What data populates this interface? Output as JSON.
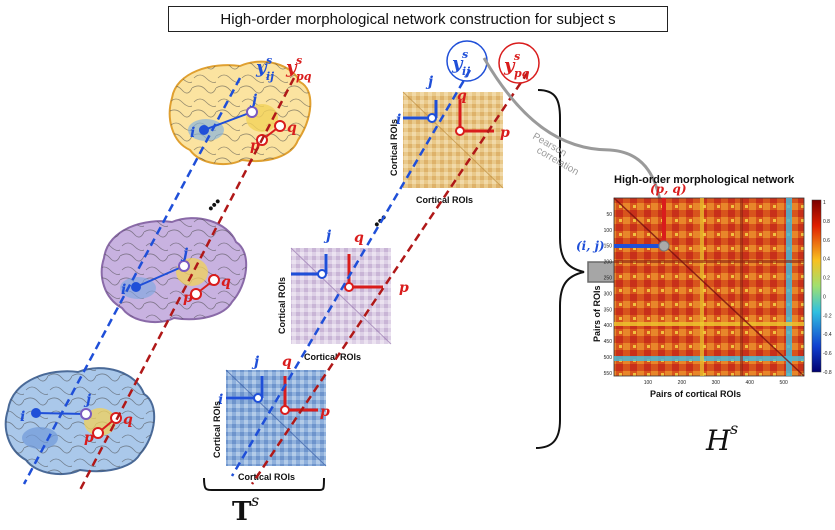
{
  "title": "High-order morphological network construction for subject s",
  "colors": {
    "blue": "#1f4fd8",
    "red": "#d91c1c",
    "gray": "#9a9a9a"
  },
  "labels": {
    "y_ij_base": "y",
    "y_ij_sup": "s",
    "y_ij_sub": "ij",
    "y_pq_base": "y",
    "y_pq_sup": "s",
    "y_pq_sub": "pq",
    "i": "i",
    "j": "j",
    "p": "p",
    "q": "q",
    "cortical_rois": "Cortical ROIs",
    "cortical_rois_spaced": "Cortical  ROIs",
    "pearson": "Pearson",
    "correlation": "correlation",
    "network_title": "High-order morphological network",
    "pq_pair": "(p, q)",
    "ij_pair": "(i, j)",
    "pairs_of_rois": "Pairs of ROIs",
    "pairs_of_cortical_rois": "Pairs of cortical ROIs",
    "ellipsis": "•••",
    "T_base": "T",
    "T_sup": "s",
    "H_base": "H",
    "H_sup": "s"
  },
  "heatmap": {
    "x_ticks": [
      "100",
      "200",
      "300",
      "400",
      "500"
    ],
    "y_ticks": [
      "50",
      "100",
      "150",
      "200",
      "250",
      "300",
      "350",
      "400",
      "450",
      "500",
      "550"
    ],
    "colorbar_ticks": [
      "1",
      "0.8",
      "0.6",
      "0.4",
      "0.2",
      "0",
      "-0.2",
      "-0.4",
      "-0.6",
      "-0.8"
    ]
  }
}
